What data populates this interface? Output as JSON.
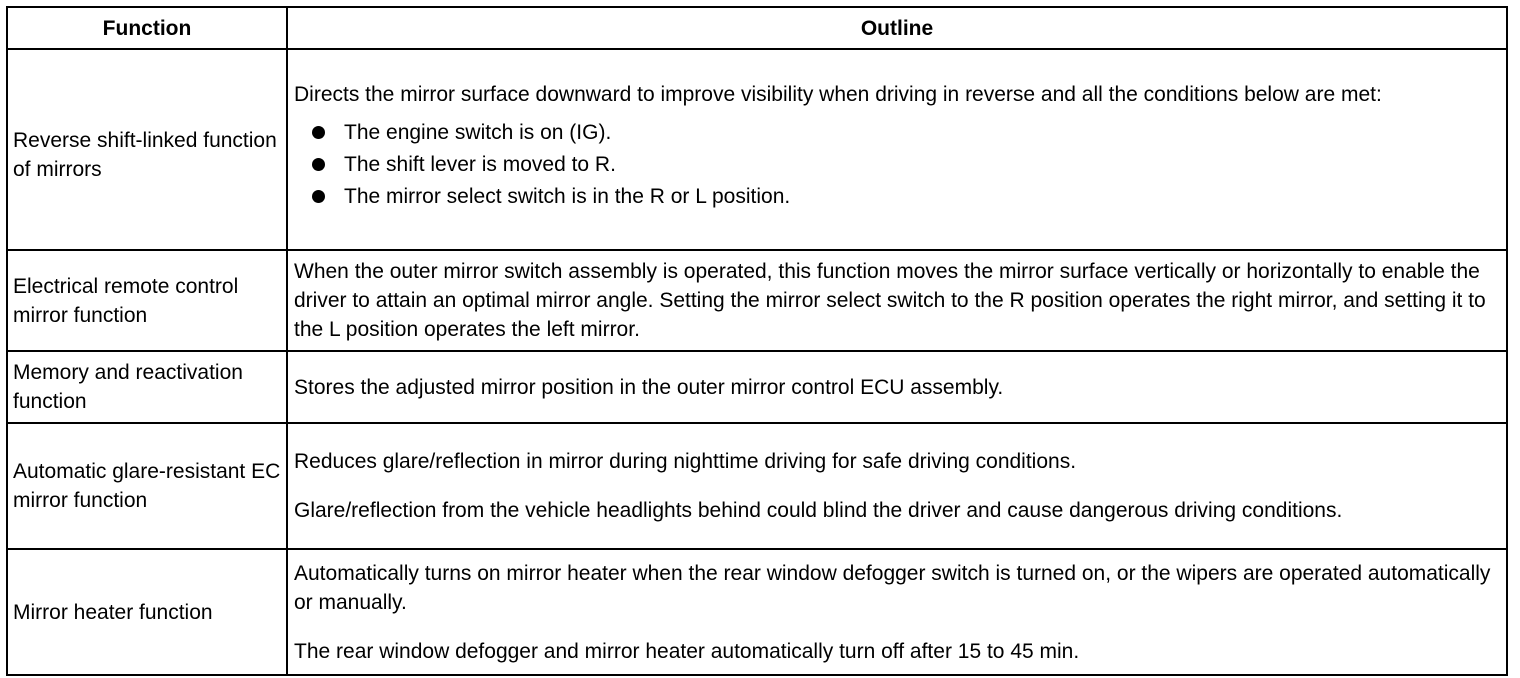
{
  "table": {
    "headers": {
      "function": "Function",
      "outline": "Outline"
    },
    "rows": [
      {
        "function": "Reverse shift-linked function of mirrors",
        "outline_paragraphs": [
          "Directs the mirror surface downward to improve visibility when driving in reverse and all the conditions below are met:"
        ],
        "bullets": [
          "The engine switch is on (IG).",
          "The shift lever is moved to R.",
          "The mirror select switch is in the R or L position."
        ]
      },
      {
        "function": "Electrical remote control mirror function",
        "outline_paragraphs": [
          "When the outer mirror switch assembly is operated, this function moves the mirror surface vertically or horizontally to enable the driver to attain an optimal mirror angle. Setting the mirror select switch to the R position operates the right mirror, and setting it to the L position operates the left mirror."
        ]
      },
      {
        "function": "Memory and reactivation function",
        "outline_paragraphs": [
          "Stores the adjusted mirror position in the outer mirror control ECU assembly."
        ]
      },
      {
        "function": "Automatic glare-resistant EC mirror function",
        "outline_paragraphs": [
          "Reduces glare/reflection in mirror during nighttime driving for safe driving conditions.",
          "Glare/reflection from the vehicle headlights behind could blind the driver and cause dangerous driving conditions."
        ]
      },
      {
        "function": "Mirror heater function",
        "outline_paragraphs": [
          "Automatically turns on mirror heater when the rear window defogger switch is turned on, or the wipers are operated automatically or manually.",
          "The rear window defogger and mirror heater automatically turn off after 15 to 45 min."
        ]
      }
    ]
  }
}
